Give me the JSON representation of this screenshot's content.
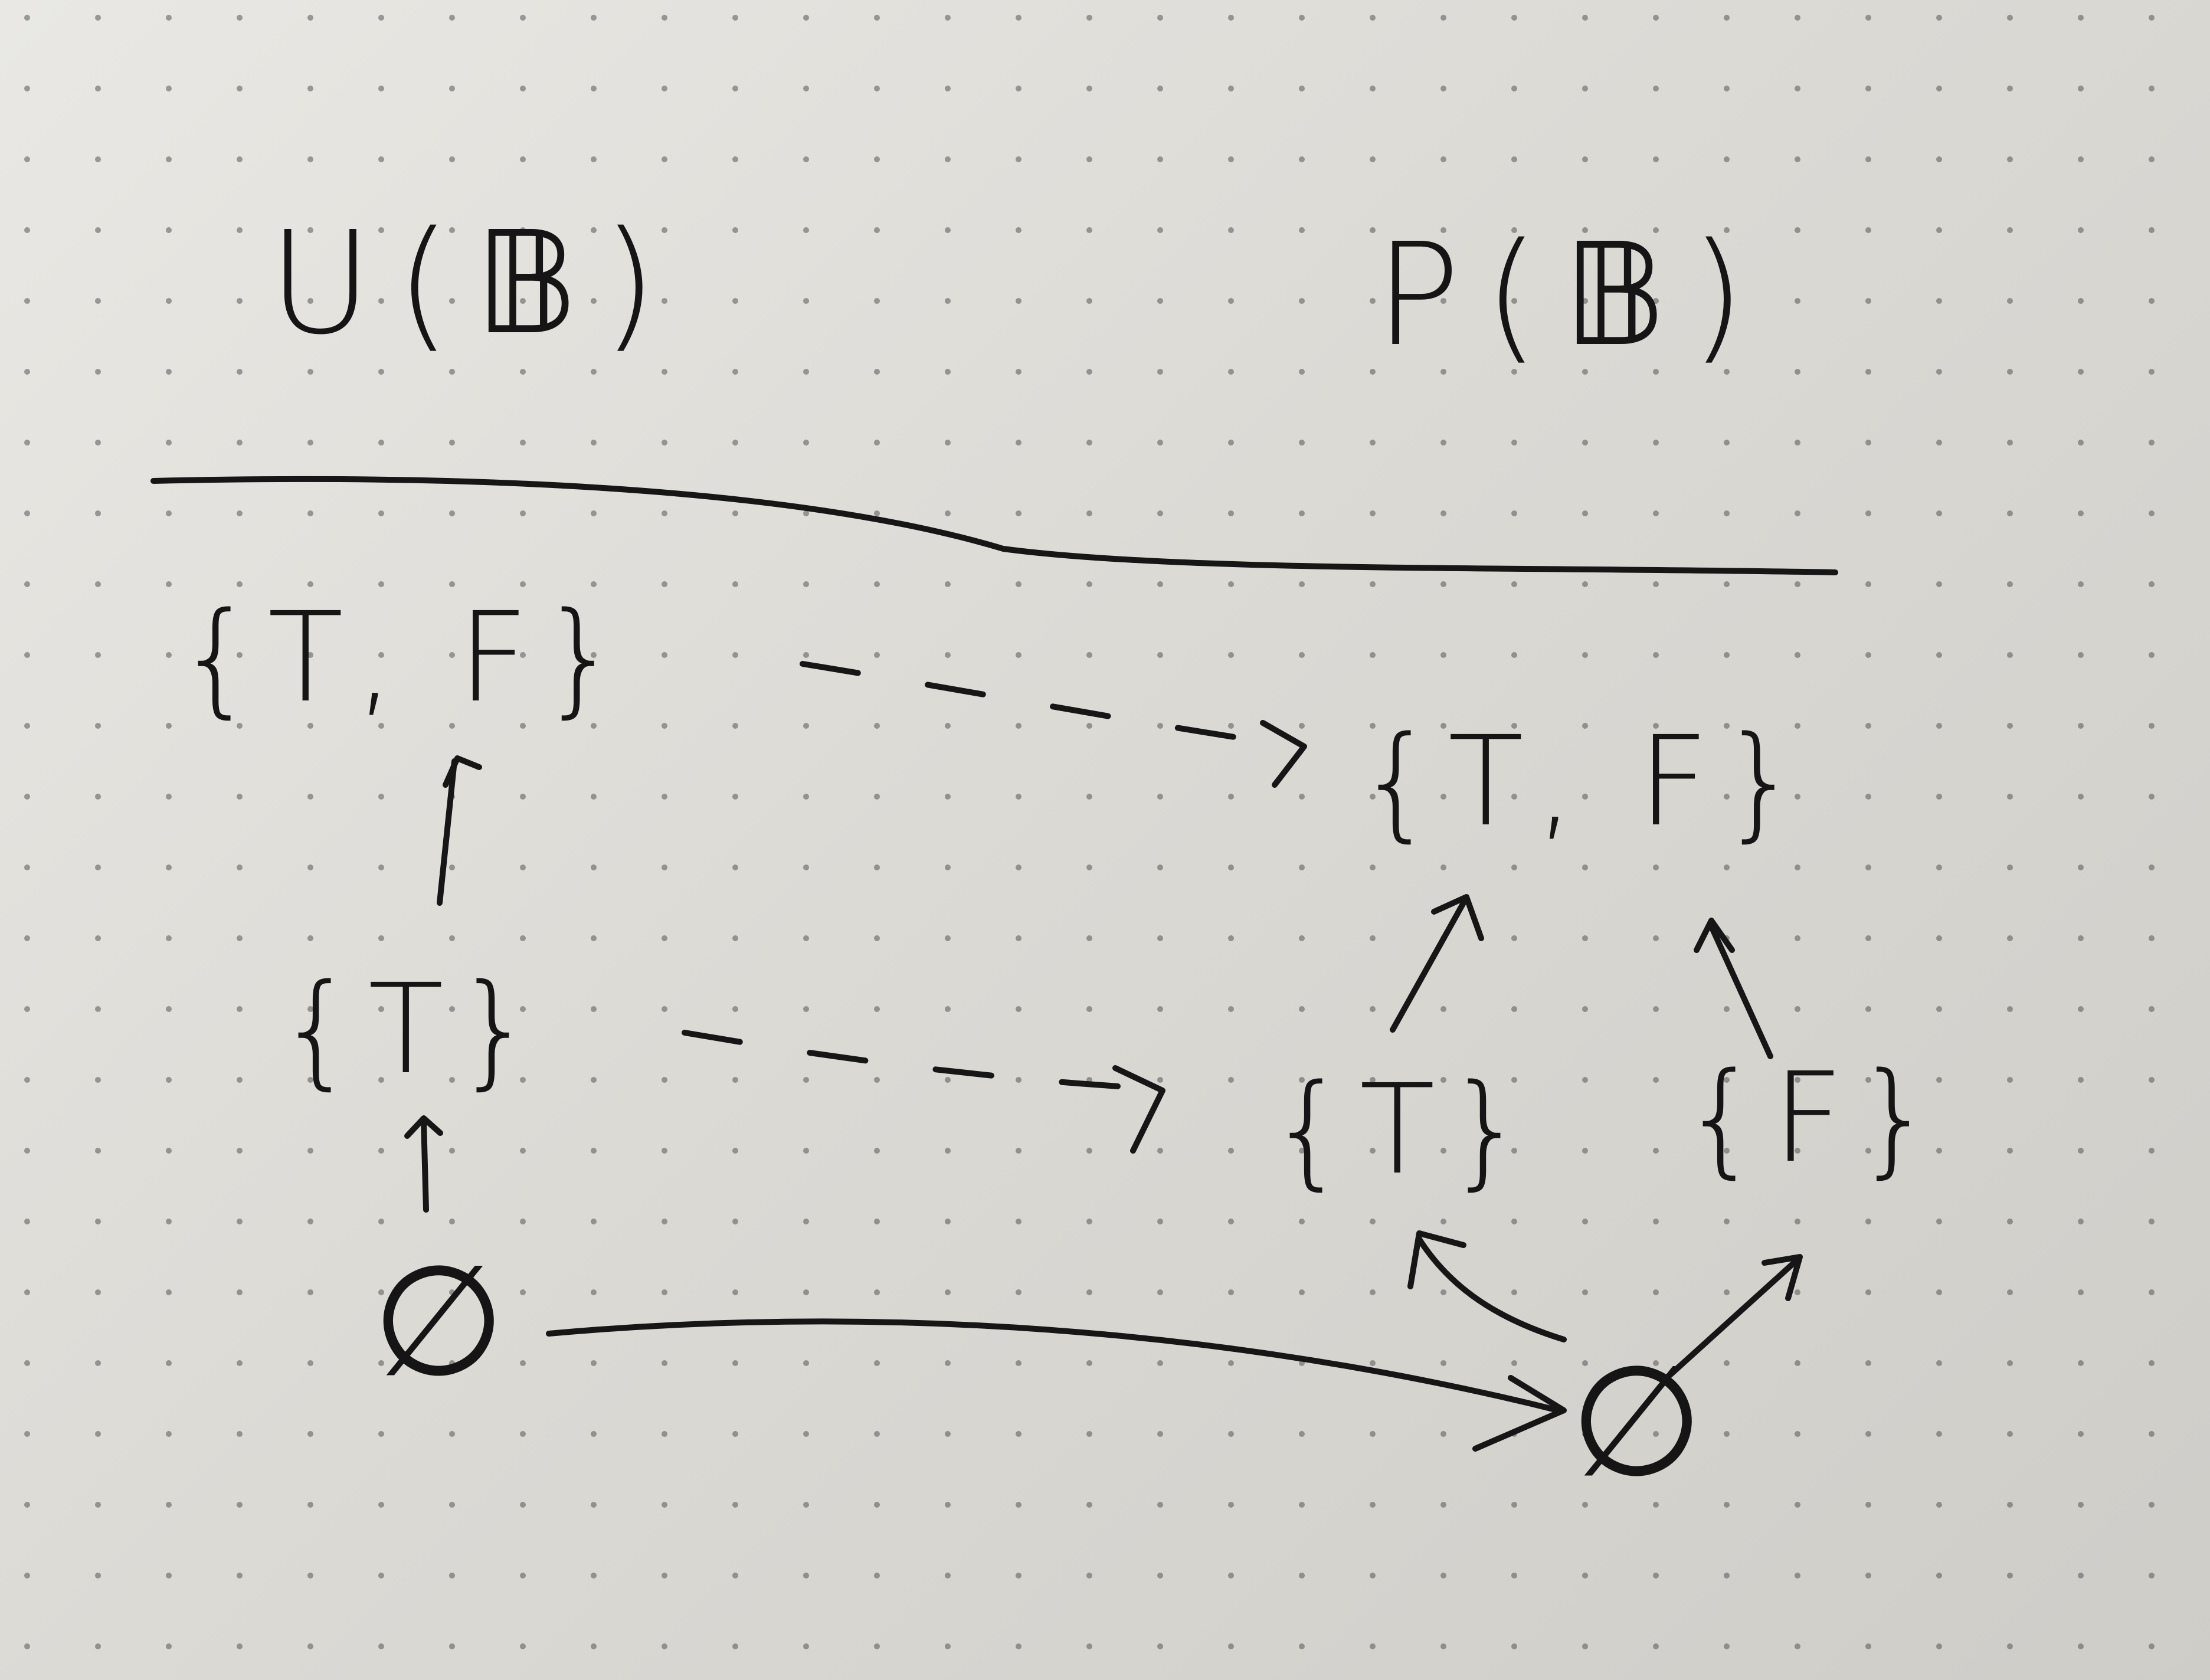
{
  "headers": {
    "left": "U(𝔹)",
    "right": "P(𝔹)"
  },
  "left_column": {
    "top": "{T, F}",
    "middle": "{T}",
    "bottom": "∅"
  },
  "right_column": {
    "top": "{T, F}",
    "middle_left": "{T}",
    "middle_right": "{F}",
    "bottom": "∅"
  },
  "ink_color": "#161616",
  "paper_color": "#e4e2de",
  "dot_color": "#555555"
}
